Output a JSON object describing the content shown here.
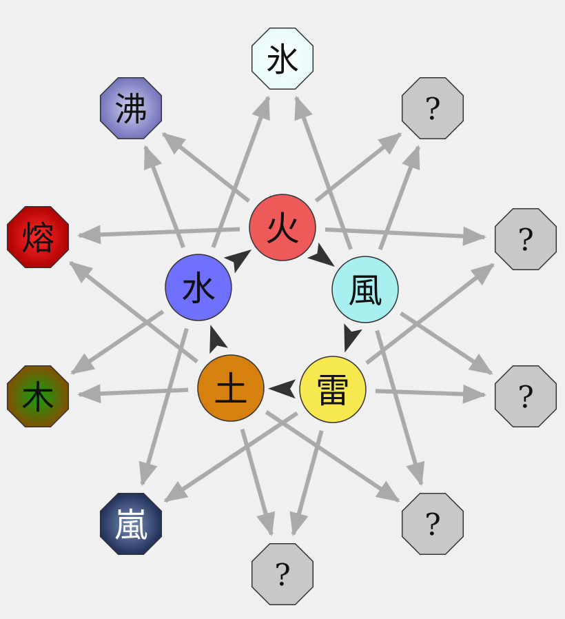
{
  "colors": {
    "background": "#f0f0f0",
    "secondary_arrow": "#aaaaaa",
    "cycle_arrow": "#333333",
    "outline": "#333333"
  },
  "basic_elements": {
    "fire": {
      "label": "火",
      "color": "#ee5a5a"
    },
    "wind": {
      "label": "風",
      "color": "#a8f0f0"
    },
    "lightning": {
      "label": "雷",
      "color": "#f8e850"
    },
    "earth": {
      "label": "土",
      "color": "#d6800e"
    },
    "water": {
      "label": "水",
      "color": "#7070ff"
    }
  },
  "advanced_elements": {
    "ice": {
      "label": "氷",
      "fill": "#e6fbfb",
      "center": "#ffffff",
      "text_color": "#111111"
    },
    "boil": {
      "label": "沸",
      "fill": "#6d6db8",
      "center": "#d0d0f0",
      "text_color": "#111111"
    },
    "lava": {
      "label": "熔",
      "fill": "#aa0000",
      "center": "#ff2a2a",
      "text_color": "#111111"
    },
    "wood": {
      "label": "木",
      "fill": "#8a4a00",
      "center": "#10a010",
      "text_color": "#111111"
    },
    "storm": {
      "label": "嵐",
      "fill": "#1a2a52",
      "center": "#7a90b8",
      "text_color": "#ffffff"
    },
    "unknown_1": {
      "label": "?",
      "fill": "#c8c8c8",
      "center": "#c8c8c8",
      "text_color": "#111111"
    },
    "unknown_2": {
      "label": "?",
      "fill": "#c8c8c8",
      "center": "#c8c8c8",
      "text_color": "#111111"
    },
    "unknown_3": {
      "label": "?",
      "fill": "#c8c8c8",
      "center": "#c8c8c8",
      "text_color": "#111111"
    },
    "unknown_4": {
      "label": "?",
      "fill": "#c8c8c8",
      "center": "#c8c8c8",
      "text_color": "#111111"
    },
    "unknown_5": {
      "label": "?",
      "fill": "#c8c8c8",
      "center": "#c8c8c8",
      "text_color": "#111111"
    }
  },
  "cycle_order": [
    "fire",
    "wind",
    "lightning",
    "earth",
    "water"
  ],
  "combinations": [
    {
      "from": "fire",
      "to": "boil"
    },
    {
      "from": "fire",
      "to": "lava"
    },
    {
      "from": "fire",
      "to": "unknown_1"
    },
    {
      "from": "fire",
      "to": "unknown_2"
    },
    {
      "from": "wind",
      "to": "ice"
    },
    {
      "from": "wind",
      "to": "unknown_1"
    },
    {
      "from": "wind",
      "to": "unknown_3"
    },
    {
      "from": "wind",
      "to": "unknown_4"
    },
    {
      "from": "lightning",
      "to": "unknown_2"
    },
    {
      "from": "lightning",
      "to": "unknown_3"
    },
    {
      "from": "lightning",
      "to": "unknown_5"
    },
    {
      "from": "lightning",
      "to": "storm"
    },
    {
      "from": "earth",
      "to": "wood"
    },
    {
      "from": "earth",
      "to": "lava"
    },
    {
      "from": "earth",
      "to": "unknown_5"
    },
    {
      "from": "earth",
      "to": "unknown_4"
    },
    {
      "from": "water",
      "to": "ice"
    },
    {
      "from": "water",
      "to": "boil"
    },
    {
      "from": "water",
      "to": "wood"
    },
    {
      "from": "water",
      "to": "storm"
    }
  ]
}
